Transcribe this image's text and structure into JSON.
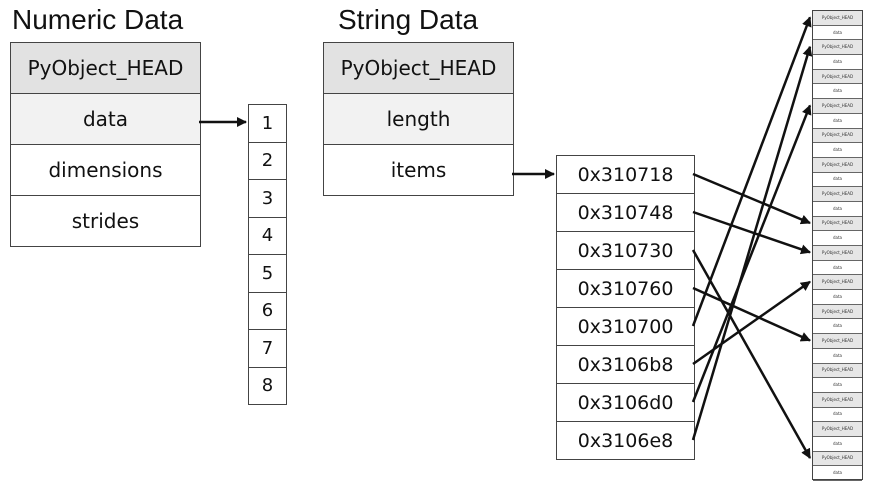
{
  "numeric": {
    "title": "Numeric Data",
    "fields": [
      "PyObject_HEAD",
      "data",
      "dimensions",
      "strides"
    ],
    "values": [
      "1",
      "2",
      "3",
      "4",
      "5",
      "6",
      "7",
      "8"
    ]
  },
  "string": {
    "title": "String Data",
    "fields": [
      "PyObject_HEAD",
      "length",
      "items"
    ],
    "pointers": [
      "0x310718",
      "0x310748",
      "0x310730",
      "0x310760",
      "0x310700",
      "0x3106b8",
      "0x3106d0",
      "0x3106e8"
    ]
  },
  "heap": {
    "object_label": "PyObject_HEAD",
    "data_label": "data",
    "cell_count": 32
  },
  "links": [
    {
      "from": "0x310718",
      "to_cell": 14
    },
    {
      "from": "0x310748",
      "to_cell": 16
    },
    {
      "from": "0x310730",
      "to_cell": 30
    },
    {
      "from": "0x310760",
      "to_cell": 22
    },
    {
      "from": "0x310700",
      "to_cell": 0
    },
    {
      "from": "0x3106b8",
      "to_cell": 18
    },
    {
      "from": "0x3106d0",
      "to_cell": 6
    },
    {
      "from": "0x3106e8",
      "to_cell": 2
    }
  ]
}
